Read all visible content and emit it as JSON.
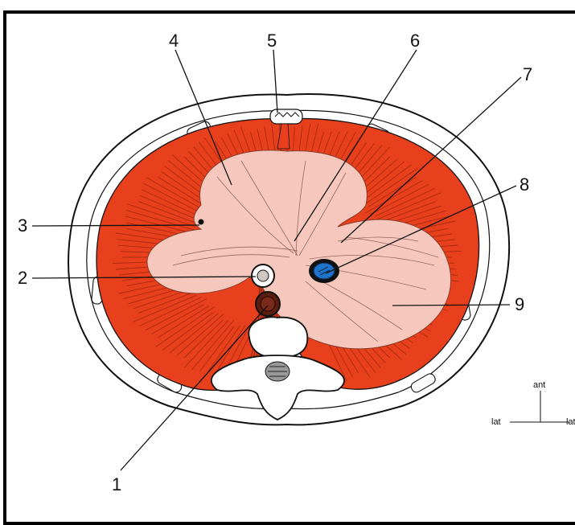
{
  "labels": [
    {
      "id": "1",
      "text": "1"
    },
    {
      "id": "2",
      "text": "2"
    },
    {
      "id": "3",
      "text": "3"
    },
    {
      "id": "4",
      "text": "4"
    },
    {
      "id": "5",
      "text": "5"
    },
    {
      "id": "6",
      "text": "6"
    },
    {
      "id": "7",
      "text": "7"
    },
    {
      "id": "8",
      "text": "8"
    },
    {
      "id": "9",
      "text": "9"
    }
  ],
  "orientation": {
    "anterior": "ant",
    "lateral_left": "lat",
    "lateral_right": "lat"
  },
  "colors": {
    "muscle": "#e8401c",
    "tendon": "#f6c8bd",
    "vena_cava": "#1f74c9",
    "outline": "#111111",
    "background": "#ffffff"
  }
}
